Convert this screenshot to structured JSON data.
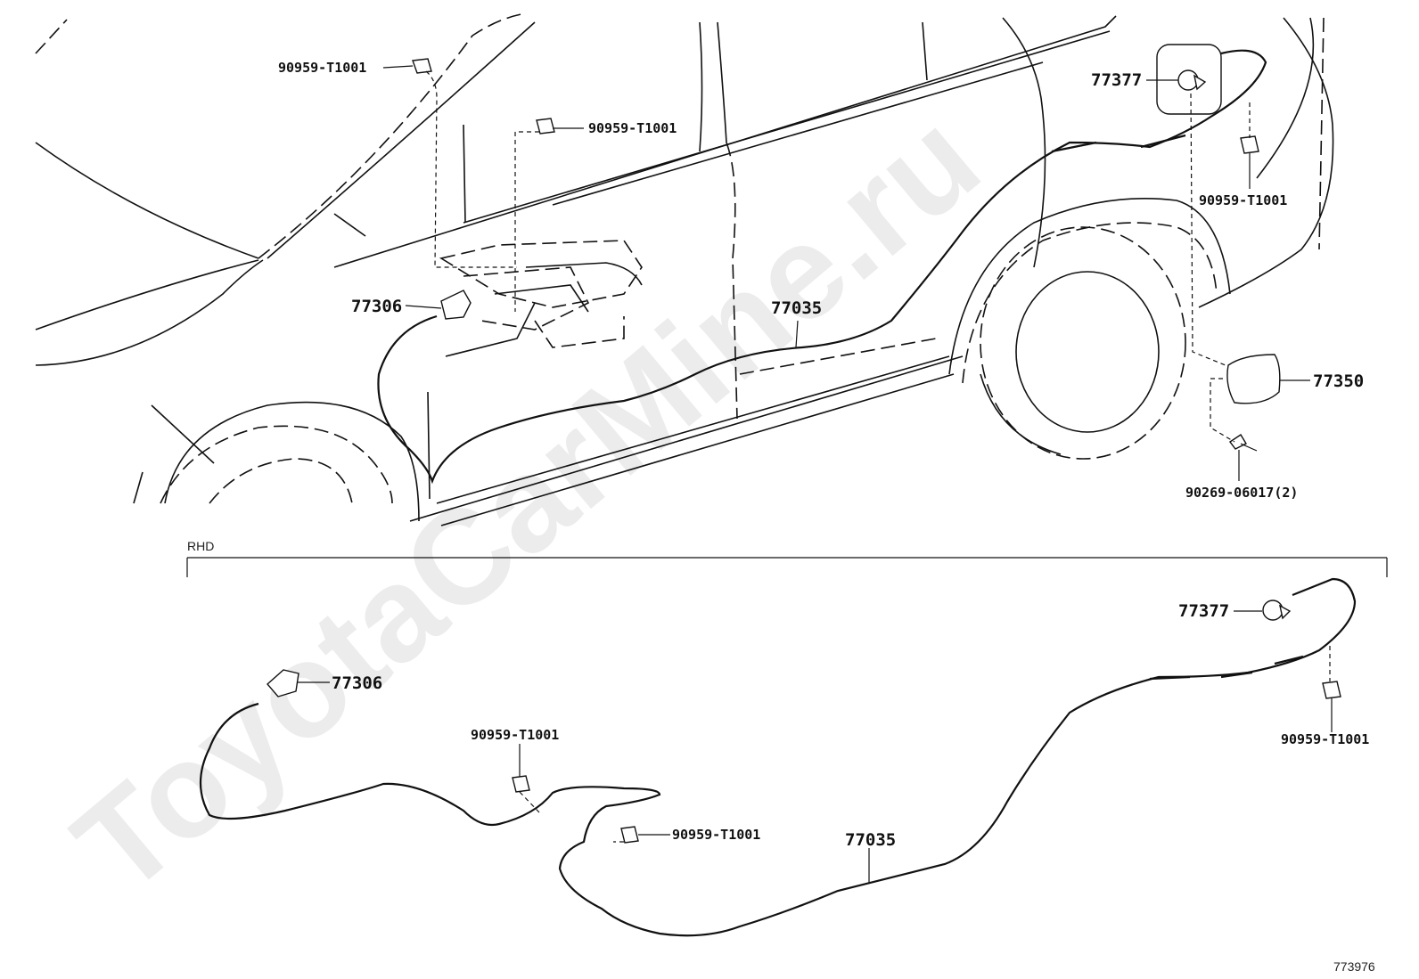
{
  "diagram": {
    "watermark": "ToyotaCarMine.ru",
    "variant_label": "RHD",
    "figure_id": "773976",
    "upper_callouts": {
      "clip_a": "90959-T1001",
      "clip_b": "90959-T1001",
      "clip_c": "90959-T1001",
      "lock_control": "77377",
      "lever": "77306",
      "cable": "77035",
      "fuel_lid": "77350",
      "screw": "90269-06017(2)"
    },
    "lower_callouts": {
      "lock_control": "77377",
      "lever": "77306",
      "clip_a": "90959-T1001",
      "clip_b": "90959-T1001",
      "clip_c": "90959-T1001",
      "cable": "77035"
    }
  }
}
